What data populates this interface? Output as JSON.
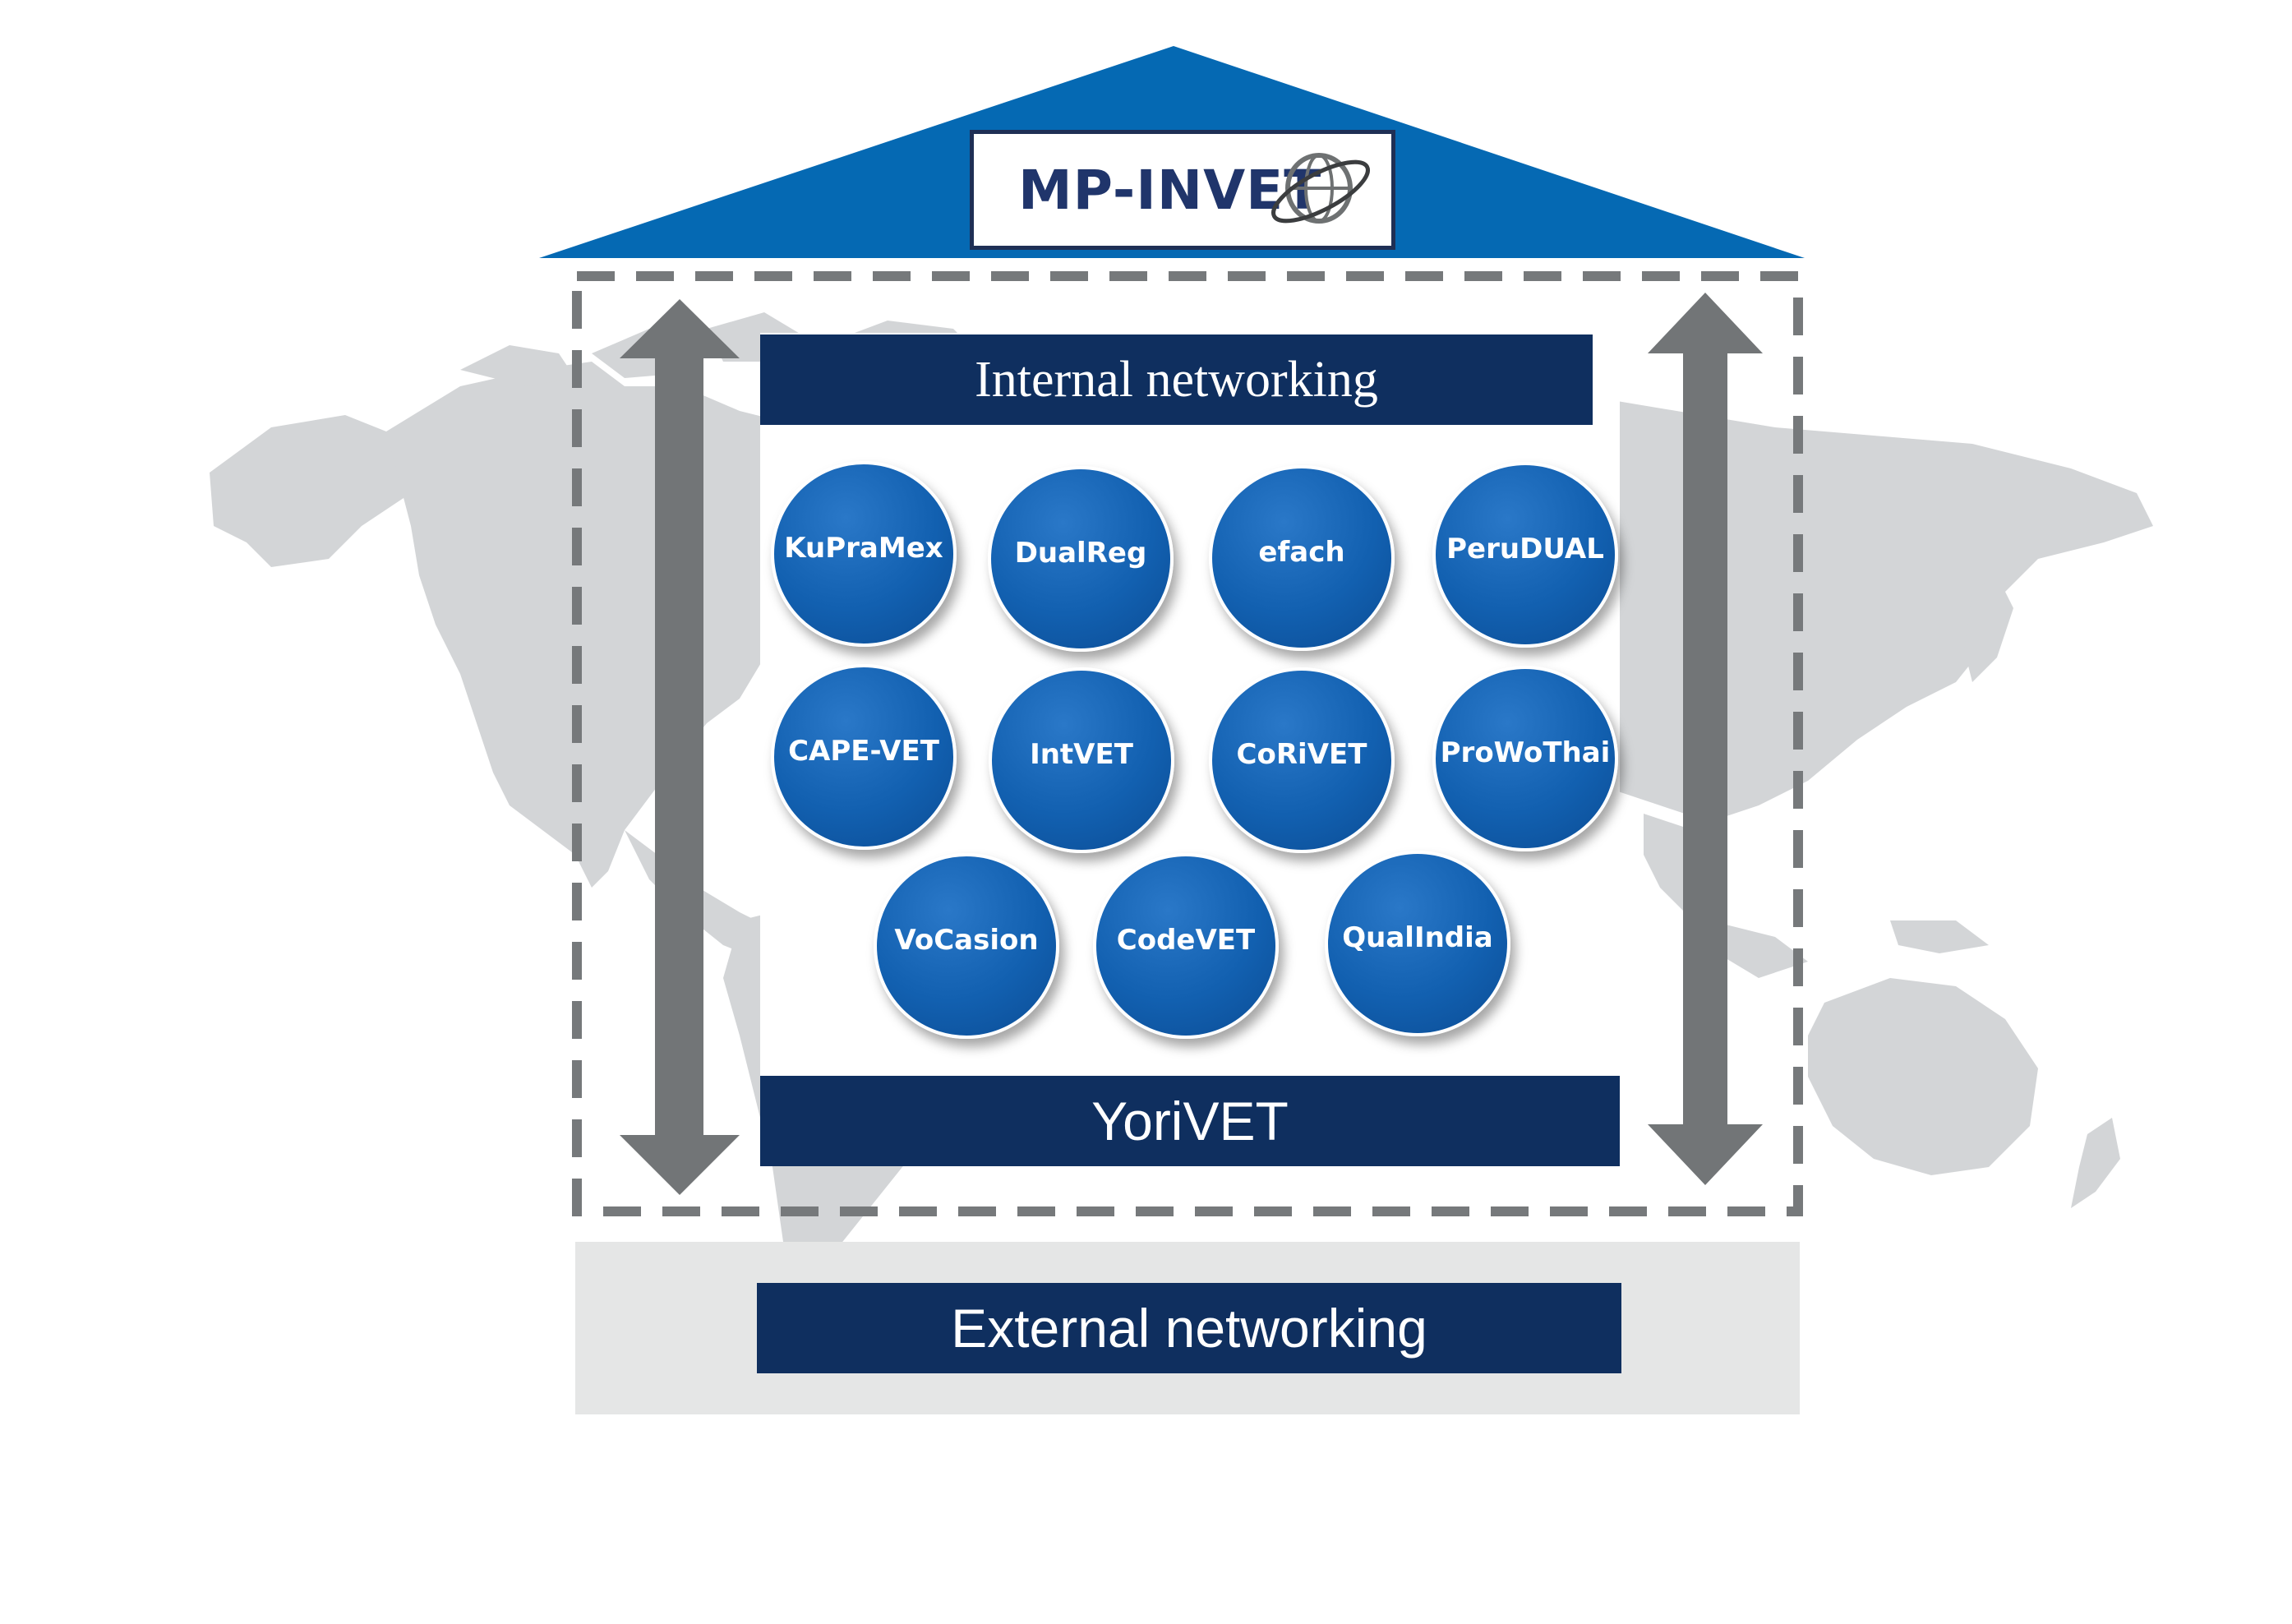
{
  "logo": {
    "text": "MP-INVET"
  },
  "internal_networking": {
    "label": "Internal networking"
  },
  "projects": [
    {
      "name": "KuPraMex"
    },
    {
      "name": "DualReg"
    },
    {
      "name": "efach"
    },
    {
      "name": "PeruDUAL"
    },
    {
      "name": "CAPE-VET"
    },
    {
      "name": "IntVET"
    },
    {
      "name": "CoRiVET"
    },
    {
      "name": "ProWoThai"
    },
    {
      "name": "VoCasion"
    },
    {
      "name": "CodeVET"
    },
    {
      "name": "QualIndia"
    }
  ],
  "yorivet": {
    "label": "YoriVET"
  },
  "external_networking": {
    "label": "External networking"
  },
  "colors": {
    "roof": "#0569b3",
    "banner": "#0f2f5f",
    "circle": "#1260b0",
    "arrow": "#727577",
    "dashed_frame": "#76797b",
    "world_map": "#d3d5d7",
    "external_band": "#e5e6e6"
  }
}
